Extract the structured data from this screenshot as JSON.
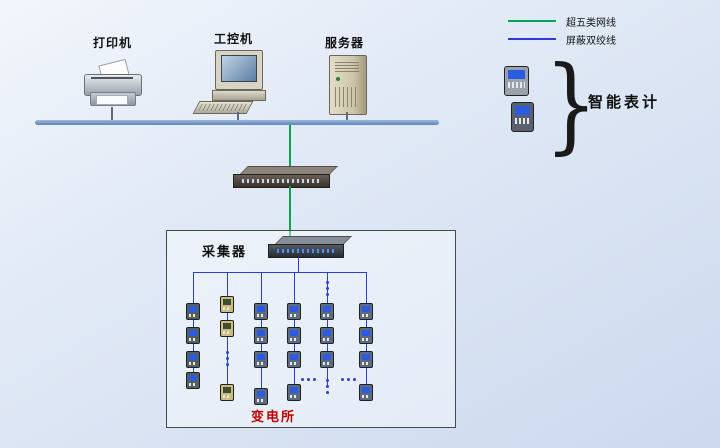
{
  "diagram": {
    "legend": [
      {
        "label": "超五类网线",
        "color": "#00a651"
      },
      {
        "label": "屏蔽双绞线",
        "color": "#2b3fd6"
      }
    ],
    "devices": {
      "printer": {
        "label": "打印机"
      },
      "industrial_pc": {
        "label": "工控机"
      },
      "server": {
        "label": "服务器"
      }
    },
    "smart_meters": {
      "label": "智能表计"
    },
    "collector": {
      "label": "采集器"
    },
    "substation": {
      "label": "变电所"
    },
    "meter_columns": [
      {
        "style": "dark",
        "items": [
          "meter",
          "meter",
          "meter",
          "meter"
        ]
      },
      {
        "style": "yellow",
        "items": [
          "meter",
          "meter",
          "vdots",
          "meter"
        ]
      },
      {
        "style": "blue",
        "items": [
          "meter",
          "meter",
          "meter",
          "meter"
        ]
      },
      {
        "style": "blue",
        "items": [
          "meter",
          "meter",
          "meter",
          "meter"
        ]
      },
      {
        "style": "blue",
        "items": [
          "vdots",
          "meter",
          "meter",
          "meter",
          "vdots"
        ]
      },
      {
        "style": "blue",
        "items": [
          "meter",
          "meter",
          "meter",
          "meter"
        ]
      }
    ],
    "colors": {
      "cat5e_green": "#00a651",
      "stp_blue": "#2b3fd6",
      "bus_blue": "#5d85b7",
      "substation_label_red": "#c00000"
    }
  }
}
